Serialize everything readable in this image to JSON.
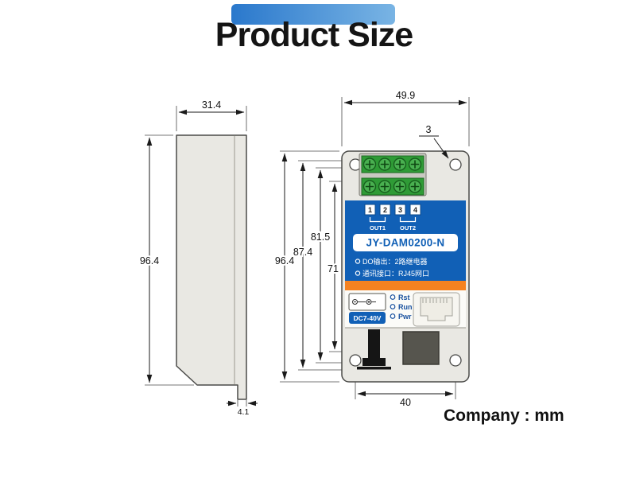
{
  "page": {
    "title": "Product Size",
    "footer_note": "Company : mm"
  },
  "device": {
    "model": "JY-DAM0200-N",
    "terminal_numbers": [
      "1",
      "2",
      "3",
      "4"
    ],
    "channel_labels": [
      "OUT1",
      "OUT2"
    ],
    "spec_lines": [
      "DO输出：2路继电器",
      "通讯接口：RJ45网口"
    ],
    "power_label": "DC7-40V",
    "led_labels": [
      "Rst",
      "Run",
      "Pwr"
    ]
  },
  "dimensions": {
    "side_width": "31.4",
    "side_height": "96.4",
    "side_tab": "4.1",
    "front_width": "49.9",
    "hole_diameter": "3",
    "front_height": "96.4",
    "inner_height_a": "87.4",
    "inner_height_b": "81.5",
    "inner_height_c": "71",
    "bottom_width": "40"
  },
  "colors": {
    "panel_blue": "#1160b6",
    "stripe_orange": "#f58220",
    "terminal_green": "#2f9b36",
    "body_gray": "#e9e8e3",
    "title_bar_start": "#2a78cc",
    "title_bar_end": "#79b4e4"
  }
}
